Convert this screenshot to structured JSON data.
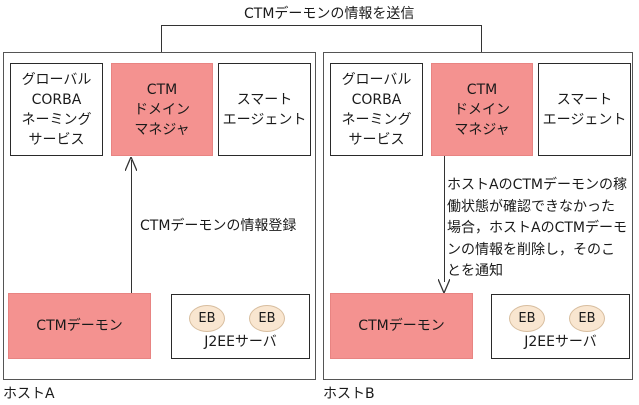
{
  "diagram": {
    "top_flow_label": "CTMデーモンの情報を送信",
    "hosts": [
      {
        "name": "ホストA",
        "global_naming": "グローバル\nCORBA\nネーミング\nサービス",
        "ctm_domain_manager": "CTM\nドメイン\nマネジャ",
        "smart_agent": "スマート\nエージェント",
        "ctm_daemon": "CTMデーモン",
        "j2ee_server": "J2EEサーバ",
        "eb_labels": [
          "EB",
          "EB"
        ],
        "flow_label": "CTMデーモンの情報登録"
      },
      {
        "name": "ホストB",
        "global_naming": "グローバル\nCORBA\nネーミング\nサービス",
        "ctm_domain_manager": "CTM\nドメイン\nマネジャ",
        "smart_agent": "スマート\nエージェント",
        "ctm_daemon": "CTMデーモン",
        "j2ee_server": "J2EEサーバ",
        "eb_labels": [
          "EB",
          "EB"
        ],
        "flow_label": "ホストAのCTMデーモンの稼\n働状態が確認できなかった\n場合，ホストAのCTMデーモ\nンの情報を削除し，そのこ\nとを通知"
      }
    ],
    "colors": {
      "box_pink": "#f49290",
      "box_pink_border": "#e88482",
      "eb_fill": "#f9e6d0",
      "eb_border": "#d8be9f",
      "outer_border": "#555555",
      "inner_border": "#2a2a2a",
      "line": "#333333"
    }
  }
}
